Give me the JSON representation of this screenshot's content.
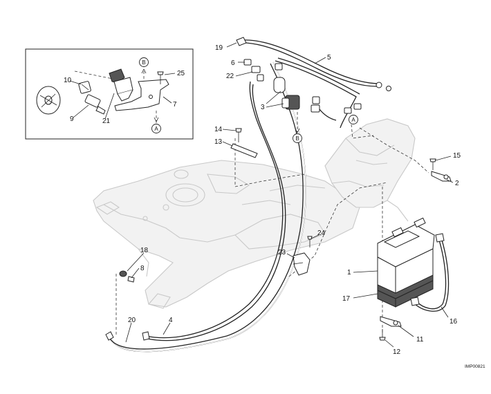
{
  "diagram": {
    "reference_code": "IMP00821",
    "connector_refs": [
      "A",
      "B"
    ],
    "callouts": [
      {
        "id": "c1",
        "label": "1"
      },
      {
        "id": "c2",
        "label": "2"
      },
      {
        "id": "c3",
        "label": "3"
      },
      {
        "id": "c4",
        "label": "4"
      },
      {
        "id": "c5",
        "label": "5"
      },
      {
        "id": "c6",
        "label": "6"
      },
      {
        "id": "c7",
        "label": "7"
      },
      {
        "id": "c8",
        "label": "8"
      },
      {
        "id": "c9",
        "label": "9"
      },
      {
        "id": "c10",
        "label": "10"
      },
      {
        "id": "c11",
        "label": "11"
      },
      {
        "id": "c12",
        "label": "12"
      },
      {
        "id": "c13",
        "label": "13"
      },
      {
        "id": "c14",
        "label": "14"
      },
      {
        "id": "c15",
        "label": "15"
      },
      {
        "id": "c16",
        "label": "16"
      },
      {
        "id": "c17",
        "label": "17"
      },
      {
        "id": "c18",
        "label": "18"
      },
      {
        "id": "c19",
        "label": "19"
      },
      {
        "id": "c20",
        "label": "20"
      },
      {
        "id": "c21",
        "label": "21"
      },
      {
        "id": "c22",
        "label": "22"
      },
      {
        "id": "c23",
        "label": "23"
      },
      {
        "id": "c24",
        "label": "24"
      },
      {
        "id": "c25",
        "label": "25"
      }
    ]
  }
}
